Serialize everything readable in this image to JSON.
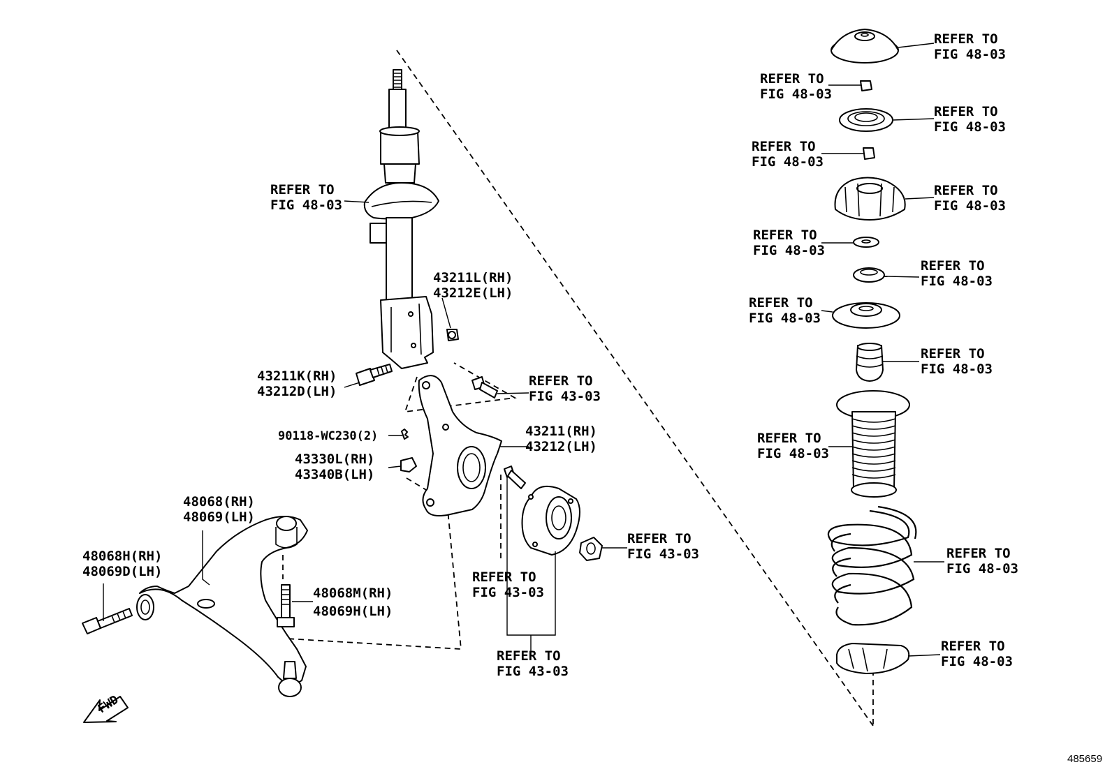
{
  "labels": {
    "refer": "REFER TO",
    "fig_48_03": "FIG 48-03",
    "fig_43_03": "FIG 43-03",
    "p43211L": "43211L(RH)",
    "p43212E": "43212E(LH)",
    "p43211K": "43211K(RH)",
    "p43212D": "43212D(LH)",
    "p90118": "90118-WC230(2)",
    "p43330L": "43330L(RH)",
    "p43340B": "43340B(LH)",
    "p43211": "43211(RH)",
    "p43212": "43212(LH)",
    "p48068": "48068(RH)",
    "p48069": "48069(LH)",
    "p48068H": "48068H(RH)",
    "p48069D": "48069D(LH)",
    "p48068M": "48068M(RH)",
    "p48069H": "48069H(LH)",
    "fwd": "FWD"
  },
  "figure_id": "485659"
}
